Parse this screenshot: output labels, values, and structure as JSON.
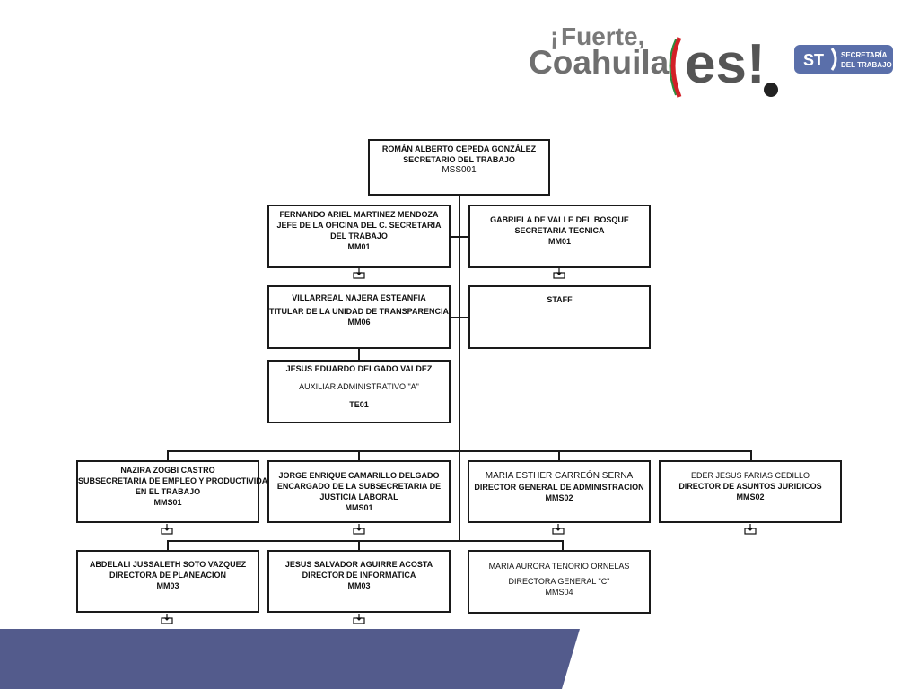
{
  "header": {
    "logo": {
      "exclaim": "¡",
      "fuerte": "Fuerte,",
      "coahuila": "Coahuila",
      "es": "es!",
      "st": "ST",
      "dept_line1": "SECRETARÍA",
      "dept_line2": "DEL TRABAJO"
    }
  },
  "org": {
    "secretario": {
      "name": "ROMÁN ALBERTO CEPEDA GONZÁLEZ",
      "title": "SECRETARIO DEL TRABAJO",
      "code": "MSS001"
    },
    "jefe_oficina": {
      "name": "FERNANDO ARIEL MARTINEZ MENDOZA",
      "title": "JEFE DE LA OFICINA DEL C. SECRETARIA DEL TRABAJO",
      "code": "MM01"
    },
    "secretaria_tecnica": {
      "name": "GABRIELA DE VALLE DEL BOSQUE",
      "title": "SECRETARIA TECNICA",
      "code": "MM01"
    },
    "transparencia": {
      "name": "VILLARREAL NAJERA ESTEANFIA",
      "title": "TITULAR DE LA UNIDAD DE TRANSPARENCIA",
      "code": "MM06"
    },
    "staff": {
      "title": "STAFF"
    },
    "auxiliar": {
      "name": "JESUS EDUARDO DELGADO VALDEZ",
      "title": "AUXILIAR ADMINISTRATIVO \"A\"",
      "code": "TE01"
    },
    "subsecretaria_empleo": {
      "name": "NAZIRA ZOGBI CASTRO",
      "title_1": "SUBSECRETARIA DE EMPLEO Y PRODUCTIVIDAD",
      "title_2": "EN EL TRABAJO",
      "code": "MMS01"
    },
    "subsecretaria_justicia": {
      "name": "JORGE ENRIQUE CAMARILLO DELGADO",
      "title": "ENCARGADO DE LA SUBSECRETARIA DE JUSTICIA LABORAL",
      "code": "MMS01"
    },
    "dir_administracion": {
      "name": "MARIA ESTHER CARREÓN SERNA",
      "title": "DIRECTOR GENERAL DE ADMINISTRACION",
      "code": "MMS02"
    },
    "dir_juridicos": {
      "name": "EDER JESUS FARIAS CEDILLO",
      "title": "DIRECTOR DE ASUNTOS JURIDICOS",
      "code": "MMS02"
    },
    "dir_planeacion": {
      "name": "ABDELALI JUSSALETH SOTO VAZQUEZ",
      "title": "DIRECTORA DE PLANEACION",
      "code": "MM03"
    },
    "dir_informatica": {
      "name": "JESUS SALVADOR AGUIRRE ACOSTA",
      "title": "DIRECTOR DE INFORMATICA",
      "code": "MM03"
    },
    "dir_general_c": {
      "name": "MARIA AURORA TENORIO ORNELAS",
      "title": "DIRECTORA GENERAL \"C\"",
      "code": "MMS04"
    }
  },
  "colors": {
    "footer_band": "#535b8c",
    "logo_gray": "#7a7a7a",
    "logo_red": "#d32027",
    "logo_green": "#2e8b3d",
    "st_blue": "#5a6faa"
  }
}
